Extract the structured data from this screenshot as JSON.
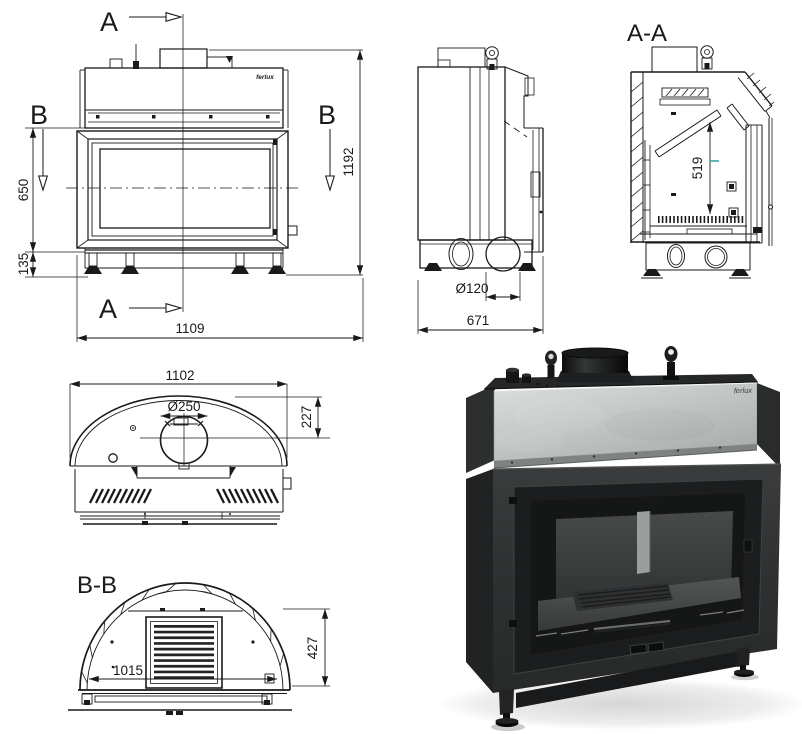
{
  "brand": {
    "logo": "ferlux"
  },
  "front_view": {
    "marker_a_top": "A",
    "marker_a_bottom": "A",
    "marker_b_left": "B",
    "marker_b_right": "B",
    "dim_door_height": "650",
    "dim_base_height": "135",
    "dim_total_height": "1192",
    "dim_total_width": "1109"
  },
  "side_view": {
    "dim_duct_diameter": "Ø120",
    "dim_total_depth": "671"
  },
  "section_aa": {
    "title": "A-A",
    "dim_firebox_height": "519"
  },
  "top_view": {
    "dim_body_width": "1102",
    "dim_flue_diameter": "Ø250",
    "dim_flue_offset": "227"
  },
  "section_bb": {
    "title": "B-B",
    "dim_inner_width": "1015",
    "dim_section_height": "427"
  },
  "colors": {
    "line": "#1a1a1a",
    "background": "#ffffff",
    "body_dark": "#2d2f30",
    "galvanized_panel": "#c7cbc8",
    "accent_teal": "#2fa79e"
  }
}
